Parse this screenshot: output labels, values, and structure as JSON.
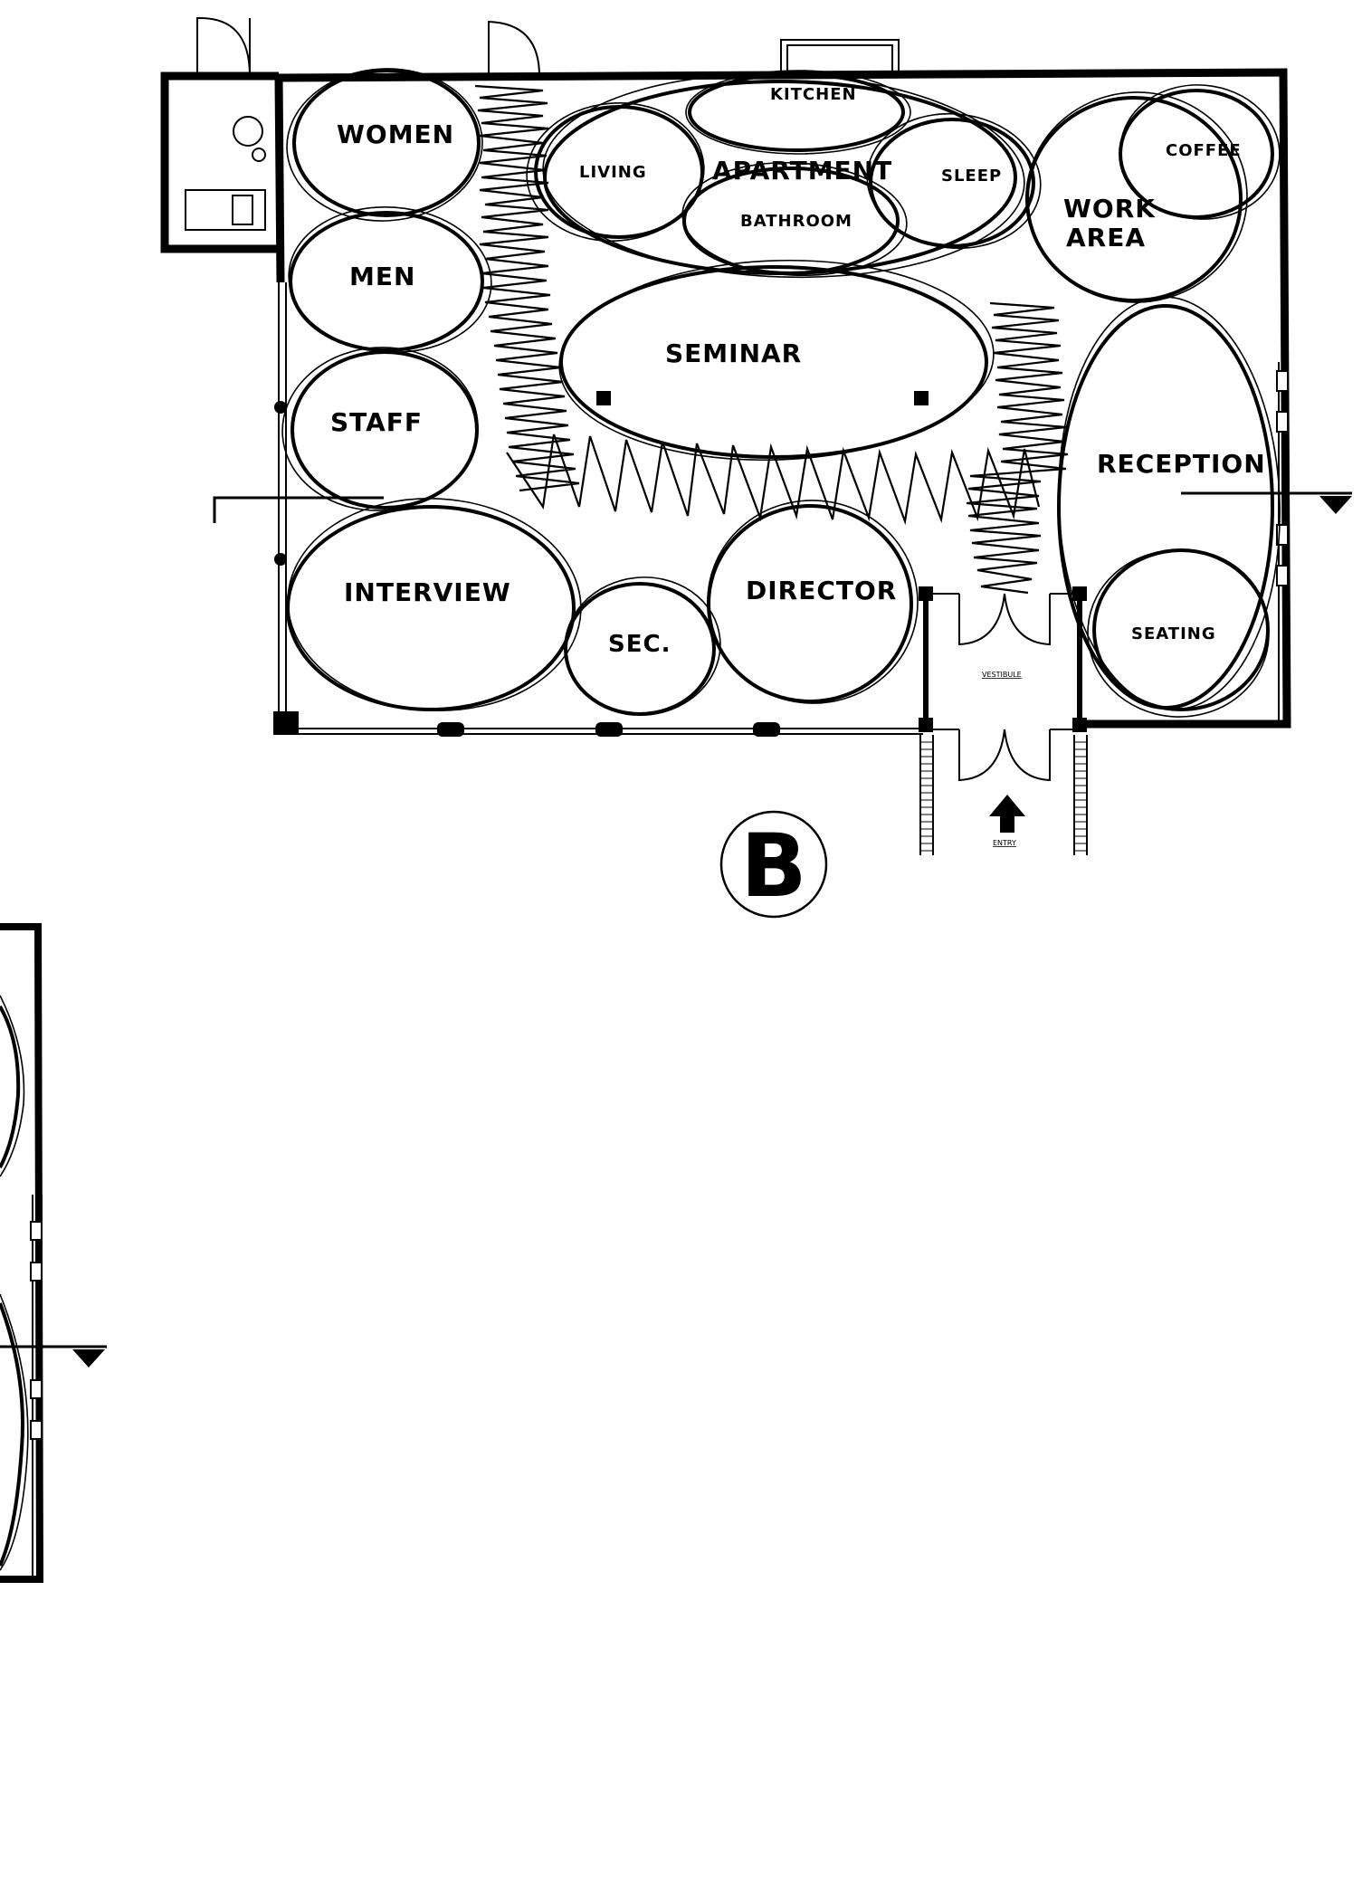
{
  "plan_marker": "B",
  "rooms": {
    "women": "WOMEN",
    "men": "MEN",
    "staff": "STAFF",
    "interview": "INTERVIEW",
    "sec": "SEC.",
    "director": "DIRECTOR",
    "seminar": "SEMINAR",
    "apartment": "APARTMENT",
    "kitchen": "KITCHEN",
    "living": "LIVING",
    "bathroom": "BATHROOM",
    "sleep": "SLEEP",
    "work_area_line1": "WORK",
    "work_area_line2": "AREA",
    "coffee": "COFFEE",
    "reception": "RECEPTION",
    "seating": "SEATING",
    "vestibule": "VESTIBULE",
    "entry": "ENTRY"
  }
}
